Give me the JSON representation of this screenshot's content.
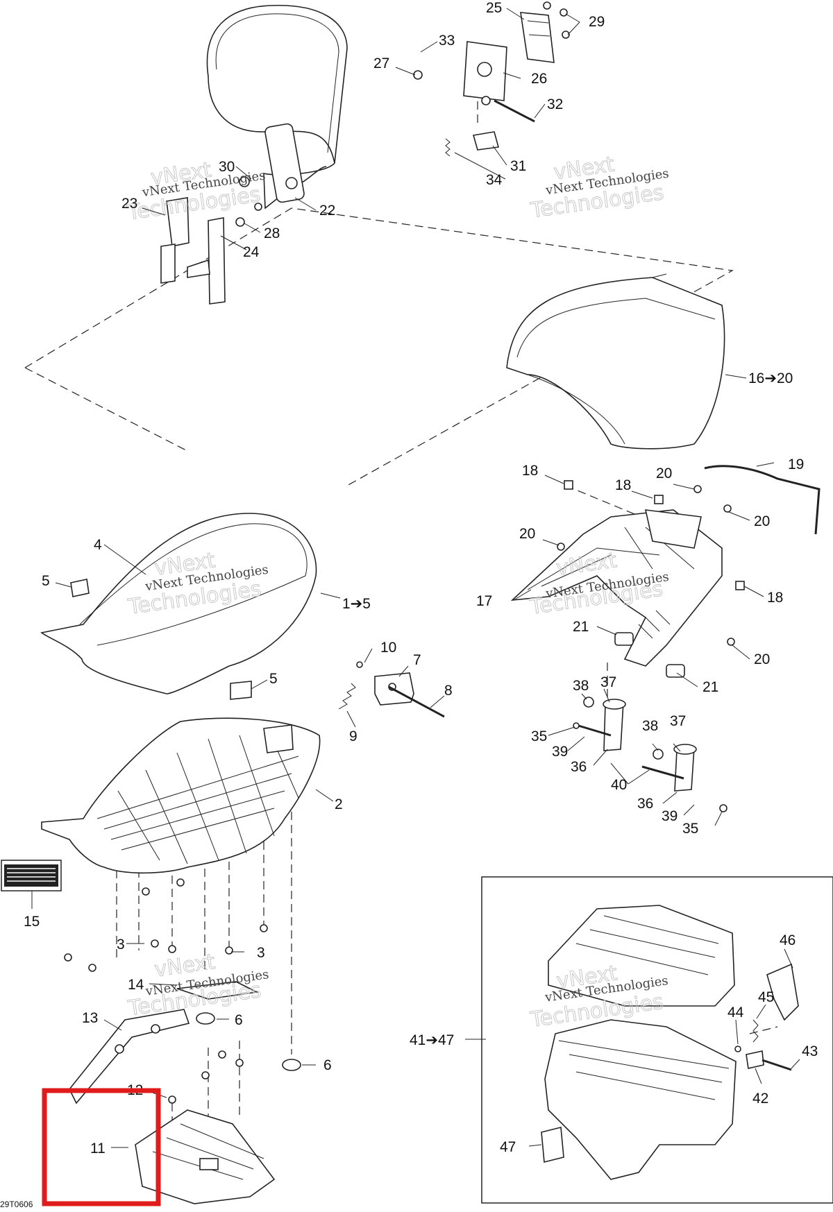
{
  "diagram": {
    "code": "29T0606",
    "watermark": {
      "line1": "vNext Technologies",
      "line2_large_a": "vNext",
      "line2_large_b": "Technologies"
    },
    "labels": {
      "l1_5": "1➔5",
      "l2": "2",
      "l3a": "3",
      "l3b": "3",
      "l4": "4",
      "l5a": "5",
      "l5b": "5",
      "l6a": "6",
      "l6b": "6",
      "l7": "7",
      "l8": "8",
      "l9": "9",
      "l10": "10",
      "l11": "11",
      "l12": "12",
      "l13": "13",
      "l14": "14",
      "l15": "15",
      "l16_20": "16➔20",
      "l17": "17",
      "l18a": "18",
      "l18b": "18",
      "l18c": "18",
      "l19": "19",
      "l20a": "20",
      "l20b": "20",
      "l20c": "20",
      "l20d": "20",
      "l21a": "21",
      "l21b": "21",
      "l22": "22",
      "l23": "23",
      "l24": "24",
      "l25": "25",
      "l26": "26",
      "l27": "27",
      "l28": "28",
      "l29": "29",
      "l30": "30",
      "l31": "31",
      "l32": "32",
      "l33": "33",
      "l34": "34",
      "l35a": "35",
      "l35b": "35",
      "l36a": "36",
      "l36b": "36",
      "l37a": "37",
      "l37b": "37",
      "l38a": "38",
      "l38b": "38",
      "l39a": "39",
      "l39b": "39",
      "l40": "40",
      "l41_47": "41➔47",
      "l42": "42",
      "l43": "43",
      "l44": "44",
      "l45": "45",
      "l46": "46",
      "l47": "47"
    },
    "highlight_color": "#e01b1b"
  }
}
